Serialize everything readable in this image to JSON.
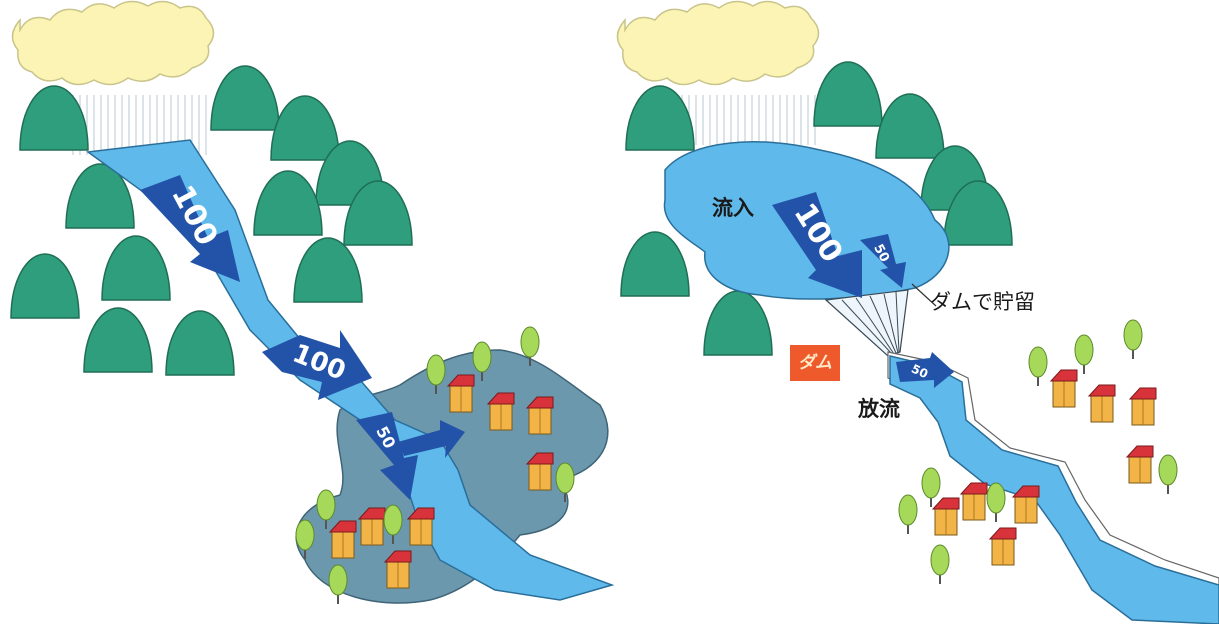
{
  "left_panel": {
    "arrows": [
      {
        "value": "100"
      },
      {
        "value": "100"
      },
      {
        "value": "50"
      }
    ]
  },
  "right_panel": {
    "arrows": [
      {
        "value": "100"
      },
      {
        "value": "50"
      },
      {
        "value": "50"
      }
    ],
    "labels": {
      "inflow": "流入",
      "storage": "ダムで貯留",
      "dam": "ダム",
      "outflow": "放流"
    }
  },
  "colors": {
    "cloud": "#fbf4b5",
    "mountain": "#2f9e7c",
    "water": "#5fb9ea",
    "arrow": "#2253a8",
    "flood": "#6c98ae",
    "house_wall": "#f2b347",
    "house_roof": "#d8323a",
    "tree": "#a6d85a",
    "dam_label_bg": "#ee5a2c"
  }
}
